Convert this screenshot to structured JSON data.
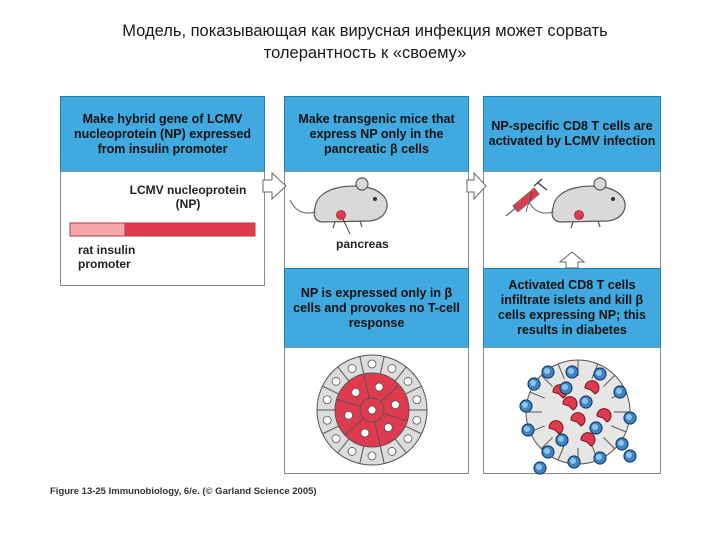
{
  "slide": {
    "title": "Модель, показывающая как вирусная инфекция может сорвать толерантность к «своему»"
  },
  "panels": {
    "p1": {
      "header": "Make hybrid gene of LCMV nucleoprotein (NP) expressed from insulin promoter",
      "label_np": "LCMV nucleoprotein (NP)",
      "label_promoter": "rat insulin promoter"
    },
    "p2": {
      "header": "Make transgenic mice that express NP only in the pancreatic β cells",
      "label_pancreas": "pancreas"
    },
    "p3": {
      "header": "NP-specific CD8 T cells are activated by LCMV infection"
    },
    "p4": {
      "header": "NP is expressed only in β cells and provokes no T-cell response"
    },
    "p5": {
      "header": "Activated CD8 T cells infiltrate islets and kill β cells expressing NP; this results in diabetes"
    }
  },
  "figure": {
    "caption": "Figure 13-25  Immunobiology, 6/e. (© Garland Science 2005)"
  },
  "colors": {
    "header_blue": "#3fa9e0",
    "np_red": "#e03a4f",
    "promoter_pink": "#f4a6a8",
    "tcell_blue": "#3d85c6"
  }
}
